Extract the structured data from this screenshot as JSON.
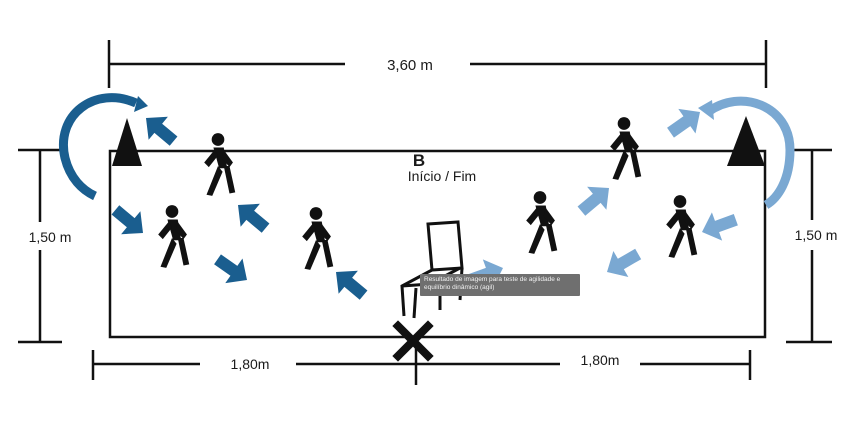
{
  "labels": {
    "width_top": "3,60 m",
    "height_left": "1,50 m",
    "height_right": "1,50 m",
    "half_left": "1,80m",
    "half_right": "1,80m",
    "point_b": "B",
    "start_end": "Início / Fim"
  },
  "tooltip": {
    "text": "Resultado de imagem para teste de agilidade e equilíbrio dinâmico (agil)"
  },
  "colors": {
    "dark_blue": "#1a5e8f",
    "light_blue": "#7aa8d2",
    "ink": "#111111"
  },
  "icons": {
    "cone": "cone-icon",
    "walker": "walking-person-icon",
    "chair": "chair-icon",
    "start_mark": "x-mark-icon"
  }
}
